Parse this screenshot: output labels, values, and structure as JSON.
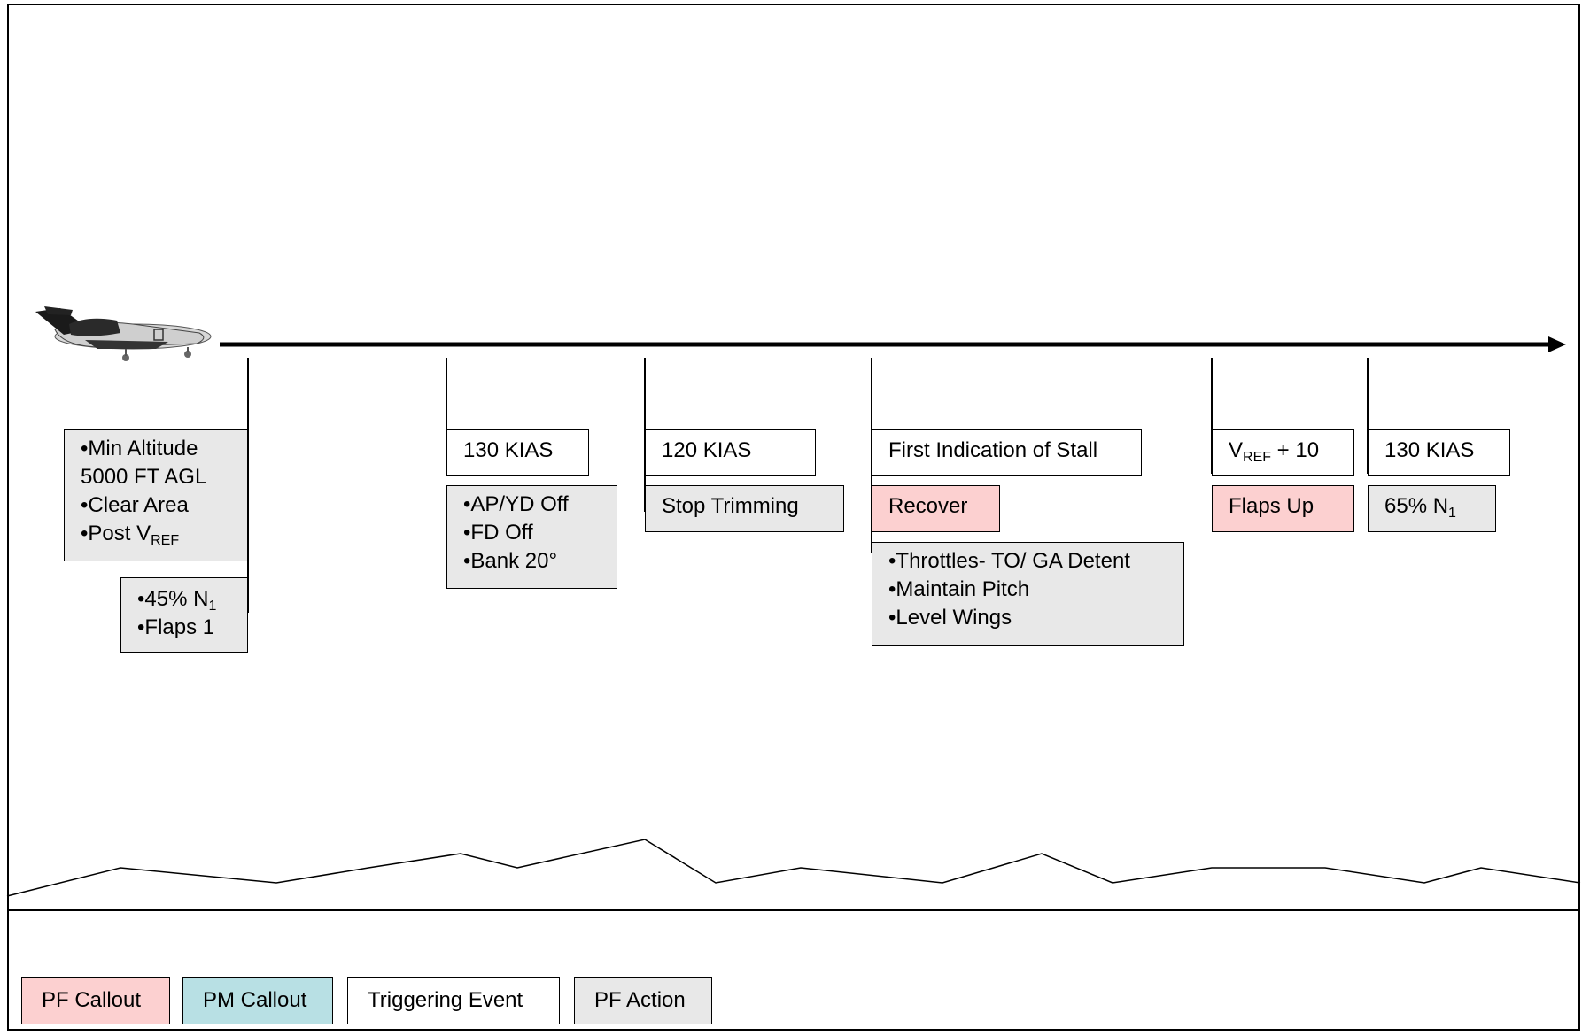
{
  "timeline": {
    "min_altitude": {
      "bullets": [
        "•Min Altitude",
        "5000 FT AGL",
        "•Clear Area"
      ],
      "post_prefix": "•Post V",
      "post_sub": "REF"
    },
    "power_flaps": {
      "n1_prefix": "•45% N",
      "n1_sub": "1",
      "flaps": "•Flaps 1"
    },
    "step_130": {
      "event": "130 KIAS",
      "actions": [
        "•AP/YD Off",
        "•FD Off",
        "•Bank 20°"
      ]
    },
    "step_120": {
      "event": "120 KIAS",
      "action": "Stop Trimming"
    },
    "stall": {
      "event": "First Indication of Stall",
      "callout": "Recover",
      "actions": [
        "•Throttles- TO/ GA Detent",
        "•Maintain Pitch",
        "•Level Wings"
      ]
    },
    "vref": {
      "event_prefix": "V",
      "event_sub": "REF",
      "event_suffix": " + 10",
      "callout": "Flaps Up"
    },
    "final": {
      "event": "130 KIAS",
      "action_prefix": "65% N",
      "action_sub": "1"
    }
  },
  "legend": {
    "pf_callout": "PF Callout",
    "pm_callout": "PM Callout",
    "triggering_event": "Triggering Event",
    "pf_action": "PF Action"
  },
  "colors": {
    "pf_callout": "#fcd0d0",
    "pm_callout": "#b8e0e4",
    "triggering_event": "#ffffff",
    "pf_action": "#e8e8e8"
  }
}
